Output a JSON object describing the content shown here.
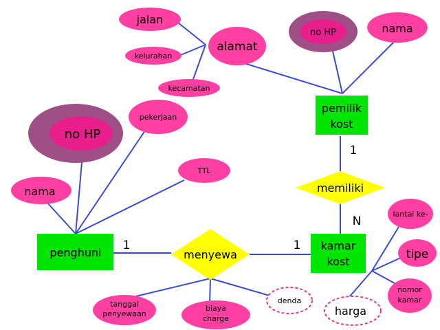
{
  "entities": {
    "penghuni": "penghuni",
    "kamar_kost": [
      "kamar",
      "kost"
    ],
    "pemilik_kost": [
      "pemilik",
      "kost"
    ]
  },
  "relationships": {
    "menyewa": "menyewa",
    "memiliki": "memiliki"
  },
  "attributes": {
    "alamat": "alamat",
    "jalan": "jalan",
    "kelurahan": "kelurahan",
    "kecamatan": "kecamatan",
    "pemilik_no_hp": "no HP",
    "pemilik_nama": "nama",
    "penghuni_no_hp": "no HP",
    "pekerjaan": "pekerjaan",
    "ttl": "TTL",
    "penghuni_nama": "nama",
    "tanggal_penyewaan": [
      "tanggal",
      "penyewaan"
    ],
    "biaya_charge": [
      "biaya",
      "charge"
    ],
    "denda": "denda",
    "lantai": "lantai ke-",
    "tipe": "tipe",
    "nomor_kamar": [
      "nomor",
      "kamar"
    ],
    "harga": "harga"
  },
  "cardinalities": {
    "penghuni_menyewa": "1",
    "menyewa_kamar": "1",
    "pemilik_memiliki": "1",
    "memiliki_kamar": "N"
  },
  "colors": {
    "entity": "#00e600",
    "relationship": "#ffff00",
    "attribute": "#ff3fa2",
    "multivalued_outer": "#9d4f86",
    "multivalued_inner": "#e81e8c",
    "derived_stroke": "#e8377f",
    "line": "#3a4ad8"
  }
}
